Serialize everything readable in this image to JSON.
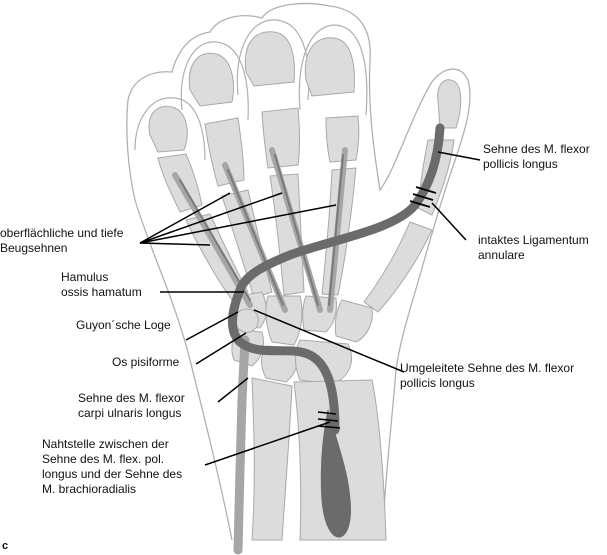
{
  "colors": {
    "bone_fill": "#dcdcdc",
    "bone_stroke": "#a9a9a9",
    "outline": "#b0b0b0",
    "tendon_light": "#a6a6a6",
    "tendon_dark": "#6b6b6b",
    "leader": "#000000",
    "background": "#ffffff"
  },
  "labels": {
    "fpl_tendon": [
      "Sehne des M. flexor",
      "pollicis longus"
    ],
    "superficial_deep_flexors": [
      "oberflächliche und tiefe",
      "Beugsehnen"
    ],
    "intact_ligament": [
      "intaktes Ligamentum",
      "annulare"
    ],
    "hamulus": [
      "Hamulus",
      "ossis hamatum"
    ],
    "guyon": [
      "Guyon´sche Loge"
    ],
    "pisiform": [
      "Os pisiforme"
    ],
    "rerouted_fpl": [
      "Umgeleitete Sehne des M. flexor",
      "pollicis longus"
    ],
    "fcu_tendon": [
      "Sehne des M. flexor",
      "carpi ulnaris longus"
    ],
    "suture_site": [
      "Nahtstelle zwischen der",
      "Sehne des M. flex. pol.",
      "longus und der Sehne des",
      "M. brachioradialis"
    ]
  },
  "panel_letter": "c"
}
